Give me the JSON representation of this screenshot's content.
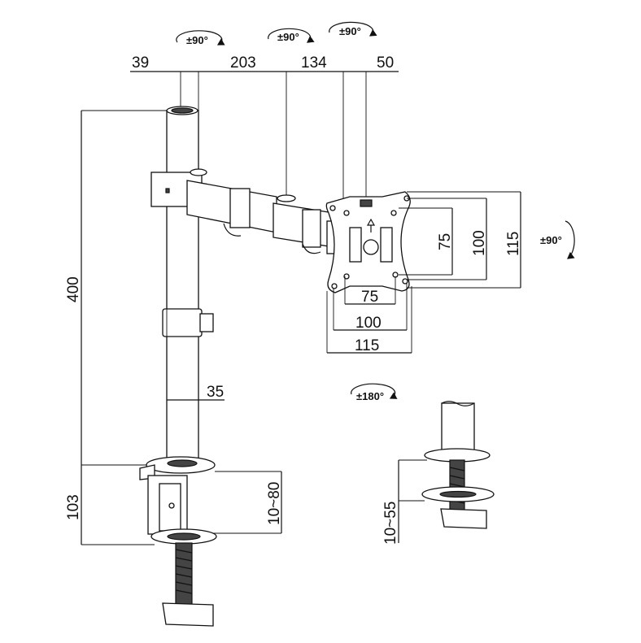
{
  "top_dimensions": {
    "d1": "39",
    "d2": "203",
    "d3": "134",
    "d4": "50"
  },
  "rotation_labels": {
    "swivel_1": "±90°",
    "swivel_2": "±90°",
    "swivel_3": "±90°",
    "tilt": "±90°",
    "rotate": "±180°"
  },
  "vesa": {
    "h_75": "75",
    "h_100": "100",
    "h_115": "115",
    "v_75": "75",
    "v_100": "100",
    "v_115": "115"
  },
  "pole": {
    "height": "400",
    "diameter": "35"
  },
  "clamp": {
    "height": "103",
    "desk_range": "10~80"
  },
  "grommet": {
    "desk_range": "10~55"
  }
}
